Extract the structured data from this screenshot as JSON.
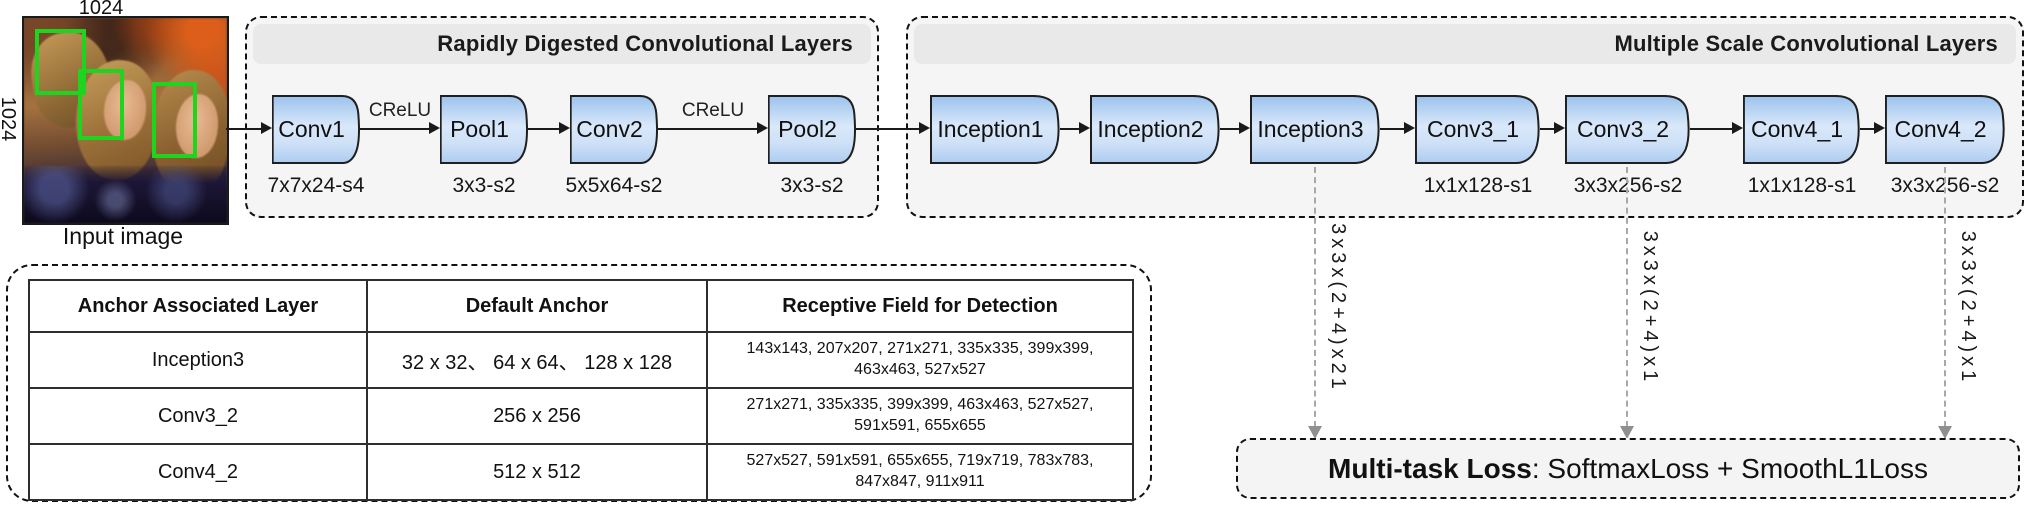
{
  "input_panel": {
    "top_dim": "1024",
    "side_dim": "1024",
    "caption": "Input image"
  },
  "rdcl": {
    "title": "Rapidly Digested Convolutional Layers",
    "blocks": [
      {
        "label": "Conv1",
        "sub": "7x7x24-s4"
      },
      {
        "label": "Pool1",
        "sub": "3x3-s2"
      },
      {
        "label": "Conv2",
        "sub": "5x5x64-s2"
      },
      {
        "label": "Pool2",
        "sub": "3x3-s2"
      }
    ],
    "activations": [
      "CReLU",
      "CReLU"
    ]
  },
  "mscl": {
    "title": "Multiple Scale Convolutional Layers",
    "blocks": [
      {
        "label": "Inception1",
        "sub": ""
      },
      {
        "label": "Inception2",
        "sub": ""
      },
      {
        "label": "Inception3",
        "sub": ""
      },
      {
        "label": "Conv3_1",
        "sub": "1x1x128-s1"
      },
      {
        "label": "Conv3_2",
        "sub": "3x3x256-s2"
      },
      {
        "label": "Conv4_1",
        "sub": "1x1x128-s1"
      },
      {
        "label": "Conv4_2",
        "sub": "3x3x256-s2"
      }
    ]
  },
  "anchor_arrows": [
    {
      "label": "3x3x(2+4)x21"
    },
    {
      "label": "3x3x(2+4)x1"
    },
    {
      "label": "3x3x(2+4)x1"
    }
  ],
  "loss_box": {
    "bold": "Multi-task Loss",
    "rest": ": SoftmaxLoss + SmoothL1Loss"
  },
  "anchor_table": {
    "headers": [
      "Anchor Associated Layer",
      "Default Anchor",
      "Receptive Field for Detection"
    ],
    "rows": [
      [
        "Inception3",
        "32 x 32、 64 x 64、 128 x 128",
        "143x143, 207x207, 271x271, 335x335, 399x399, 463x463, 527x527"
      ],
      [
        "Conv3_2",
        "256 x 256",
        "271x271, 335x335, 399x399, 463x463, 527x527, 591x591, 655x655"
      ],
      [
        "Conv4_2",
        "512 x 512",
        "527x527, 591x591, 655x655, 719x719, 783x783, 847x847, 911x911"
      ]
    ]
  },
  "colors": {
    "detection_box_green": "#1fd41f",
    "block_fill_top": "#9cc2ec",
    "block_fill_light": "#d9e8fa",
    "section_bg": "#f5f5f5",
    "band_bg": "#e9e9e9"
  }
}
